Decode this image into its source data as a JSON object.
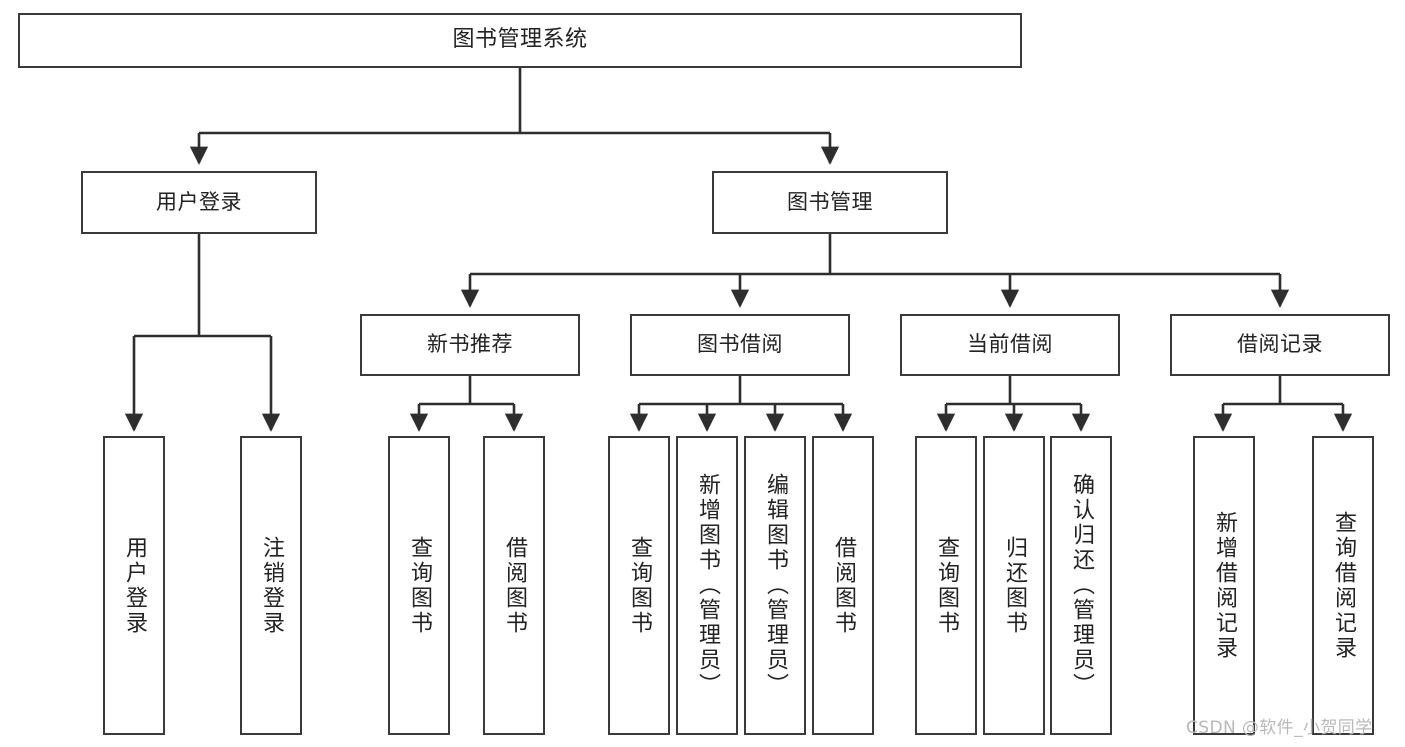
{
  "diagram": {
    "title": "图书管理系统",
    "type": "tree-hierarchy",
    "colors": {
      "box_border": "#3a3a3a",
      "box_fill": "#ffffff",
      "connector": "#2e2e2e",
      "text": "#222222",
      "watermark": "#b9b9b9",
      "background": "#ffffff"
    },
    "nodes": {
      "root": {
        "label": "图书管理系统"
      },
      "level1": [
        {
          "label": "用户登录"
        },
        {
          "label": "图书管理"
        }
      ],
      "level2": [
        {
          "label": "新书推荐"
        },
        {
          "label": "图书借阅"
        },
        {
          "label": "当前借阅"
        },
        {
          "label": "借阅记录"
        }
      ],
      "leaves_user_login": [
        {
          "label": "用户登录"
        },
        {
          "label": "注销登录"
        }
      ],
      "leaves_new_book": [
        {
          "label": "查询图书"
        },
        {
          "label": "借阅图书"
        }
      ],
      "leaves_borrow": [
        {
          "label": "查询图书"
        },
        {
          "label": "新增图书（管理员）"
        },
        {
          "label": "编辑图书（管理员）"
        },
        {
          "label": "借阅图书"
        }
      ],
      "leaves_current": [
        {
          "label": "查询图书"
        },
        {
          "label": "归还图书"
        },
        {
          "label": "确认归还（管理员）"
        }
      ],
      "leaves_record": [
        {
          "label": "新增借阅记录"
        },
        {
          "label": "查询借阅记录"
        }
      ]
    },
    "watermark": "CSDN @软件_小贺同学"
  }
}
